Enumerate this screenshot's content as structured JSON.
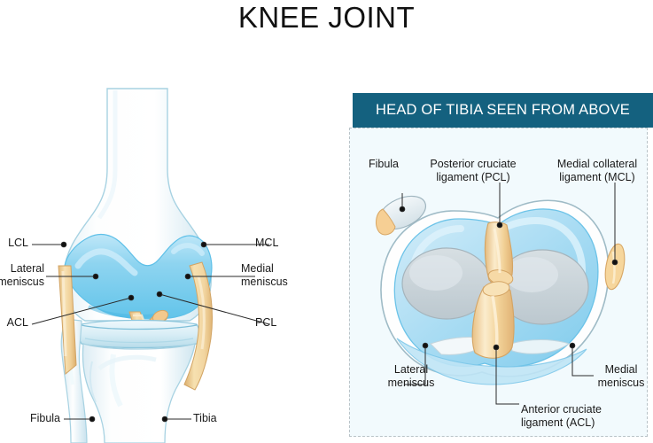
{
  "title": "KNEE JOINT",
  "left_figure": {
    "name": "anterior-knee-joint-view",
    "labels": {
      "lcl": "LCL",
      "lateral_meniscus": "Lateral\nmeniscus",
      "acl": "ACL",
      "mcl": "MCL",
      "medial_meniscus": "Medial\nmeniscus",
      "pcl": "PCL",
      "fibula": "Fibula",
      "tibia": "Tibia"
    }
  },
  "right_panel": {
    "banner": "HEAD OF TIBIA SEEN FROM ABOVE",
    "labels": {
      "fibula": "Fibula",
      "posterior_cruciate": "Posterior cruciate\nligament (PCL)",
      "medial_collateral": "Medial collateral\nligament (MCL)",
      "lateral_meniscus": "Lateral\nmeniscus",
      "anterior_cruciate": "Anterior cruciate\nligament (ACL)",
      "medial_meniscus": "Medial\nmeniscus"
    }
  },
  "colors": {
    "banner_bg": "#14617f",
    "panel_bg": "#f2fafd",
    "panel_border": "#b9c3c8",
    "cartilage_blue": "#8ed4f0",
    "cartilage_blue_light": "#bde6f7",
    "cartilage_blue_deep": "#5fc2e8",
    "bone_white": "#fbfdfe",
    "bone_shadow": "#dceef5",
    "bone_outline": "#9fd0e0",
    "ligament_tan": "#f2d6a2",
    "ligament_tan_deep": "#e6b877",
    "ligament_tan_light": "#f9ebcb",
    "meniscus_gray": "#c9d3d8",
    "leader_line": "#2a2a2a",
    "title_text": "#111111"
  }
}
